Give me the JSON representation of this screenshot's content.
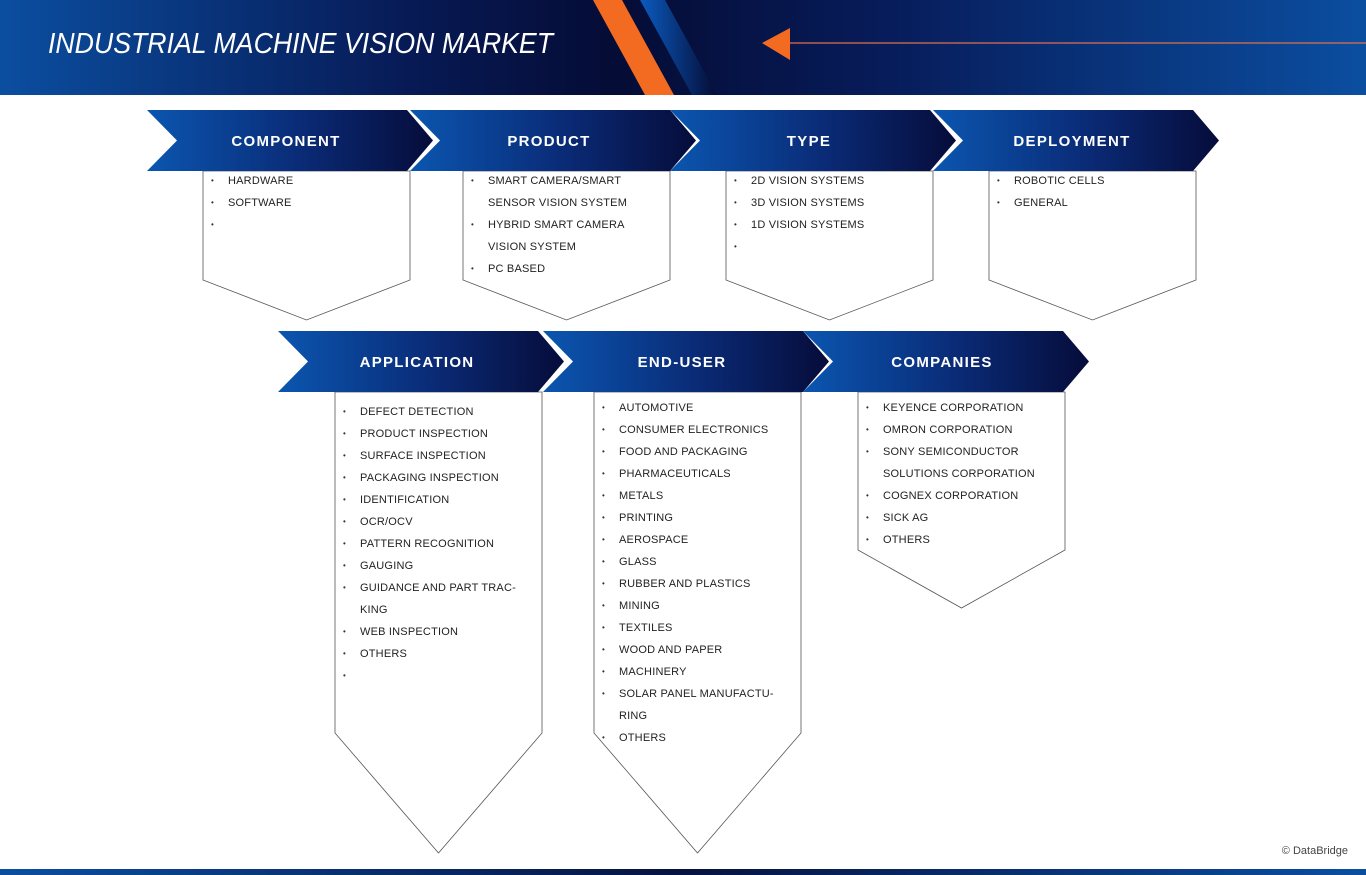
{
  "title": "INDUSTRIAL MACHINE VISION MARKET",
  "colors": {
    "brand_blue": "#0b4ea0",
    "navy": "#06123f",
    "accent_orange": "#f26b21"
  },
  "segments": [
    {
      "label": "COMPONENT",
      "items": [
        "HARDWARE",
        "SOFTWARE",
        ""
      ]
    },
    {
      "label": "PRODUCT",
      "items": [
        "SMART CAMERA/SMART SENSOR VISION SYSTEM",
        "HYBRID SMART CAMERA VISION SYSTEM",
        "PC BASED"
      ]
    },
    {
      "label": "TYPE",
      "items": [
        "2D VISION SYSTEMS",
        "3D VISION SYSTEMS",
        "1D VISION SYSTEMS",
        ""
      ]
    },
    {
      "label": "DEPLOYMENT",
      "items": [
        "ROBOTIC CELLS",
        "GENERAL"
      ]
    },
    {
      "label": "APPLICATION",
      "items": [
        "DEFECT DETECTION",
        "PRODUCT INSPECTION",
        "SURFACE INSPECTION",
        "PACKAGING INSPECTION",
        "IDENTIFICATION",
        "OCR/OCV",
        "PATTERN RECOGNITION",
        "GAUGING",
        "GUIDANCE AND PART TRAC-KING",
        "WEB INSPECTION",
        "OTHERS",
        ""
      ]
    },
    {
      "label": "END-USER",
      "items": [
        "AUTOMOTIVE",
        "CONSUMER ELECTRONICS",
        "FOOD AND PACKAGING",
        "PHARMACEUTICALS",
        "METALS",
        "PRINTING",
        "AEROSPACE",
        "GLASS",
        "RUBBER AND PLASTICS",
        "MINING",
        "TEXTILES",
        "WOOD AND PAPER",
        "MACHINERY",
        "SOLAR PANEL MANUFACTU-RING",
        "OTHERS"
      ]
    },
    {
      "label": "COMPANIES",
      "items": [
        "KEYENCE CORPORATION",
        "OMRON CORPORATION",
        "SONY SEMICONDUCTOR SOLUTIONS CORPORATION",
        "COGNEX CORPORATION",
        "SICK AG",
        "OTHERS"
      ]
    }
  ],
  "copyright": "© DataBridge"
}
